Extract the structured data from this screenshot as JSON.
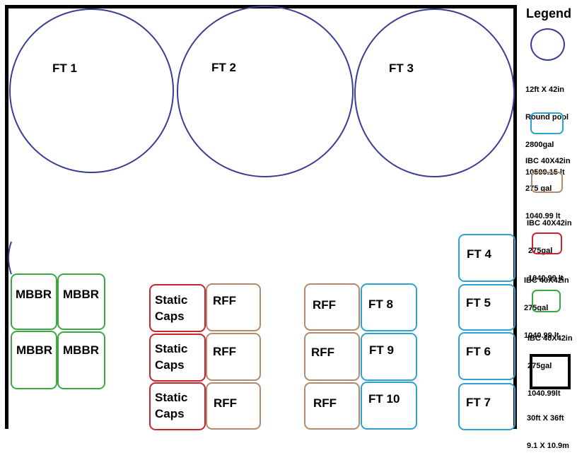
{
  "legend": {
    "title": "Legend",
    "round_pool": [
      "12ft X 42in",
      "Round pool",
      "2800gal",
      "10599.15 lt"
    ],
    "ibc_blue": [
      "IBC 40X42in",
      "275 gal",
      "1040.99 lt"
    ],
    "ibc_brown": [
      "IBC 40X42in",
      "275gal",
      "1040.99 lt"
    ],
    "ibc_red": [
      "IBC 40X42in",
      "275gal",
      "1040.99 lt"
    ],
    "ibc_green": [
      "IBC 40X42in",
      "275gal",
      "1040.99lt"
    ],
    "floor": [
      "30ft X 36ft",
      "9.1 X 10.9m"
    ]
  },
  "pools": [
    "FT 1",
    "FT 2",
    "FT 3"
  ],
  "mbbr": [
    "MBBR",
    "MBBR",
    "MBBR",
    "MBBR"
  ],
  "static_caps": [
    [
      "Static",
      "Caps"
    ],
    [
      "Static",
      "Caps"
    ],
    [
      "Static",
      "Caps"
    ]
  ],
  "rff": [
    "RFF",
    "RFF",
    "RFF",
    "RFF",
    "RFF",
    "RFF"
  ],
  "ft_middle": [
    "FT 8",
    "FT 9",
    "FT 10"
  ],
  "ft_right": [
    "FT 4",
    "FT 5",
    "FT 6",
    "FT 7"
  ],
  "colors": {
    "pool": "#3a3d94",
    "ibc_blue": "#2ea3d1",
    "ibc_brown": "#b38a6b",
    "ibc_red": "#c8252c",
    "ibc_green": "#3aa843"
  }
}
